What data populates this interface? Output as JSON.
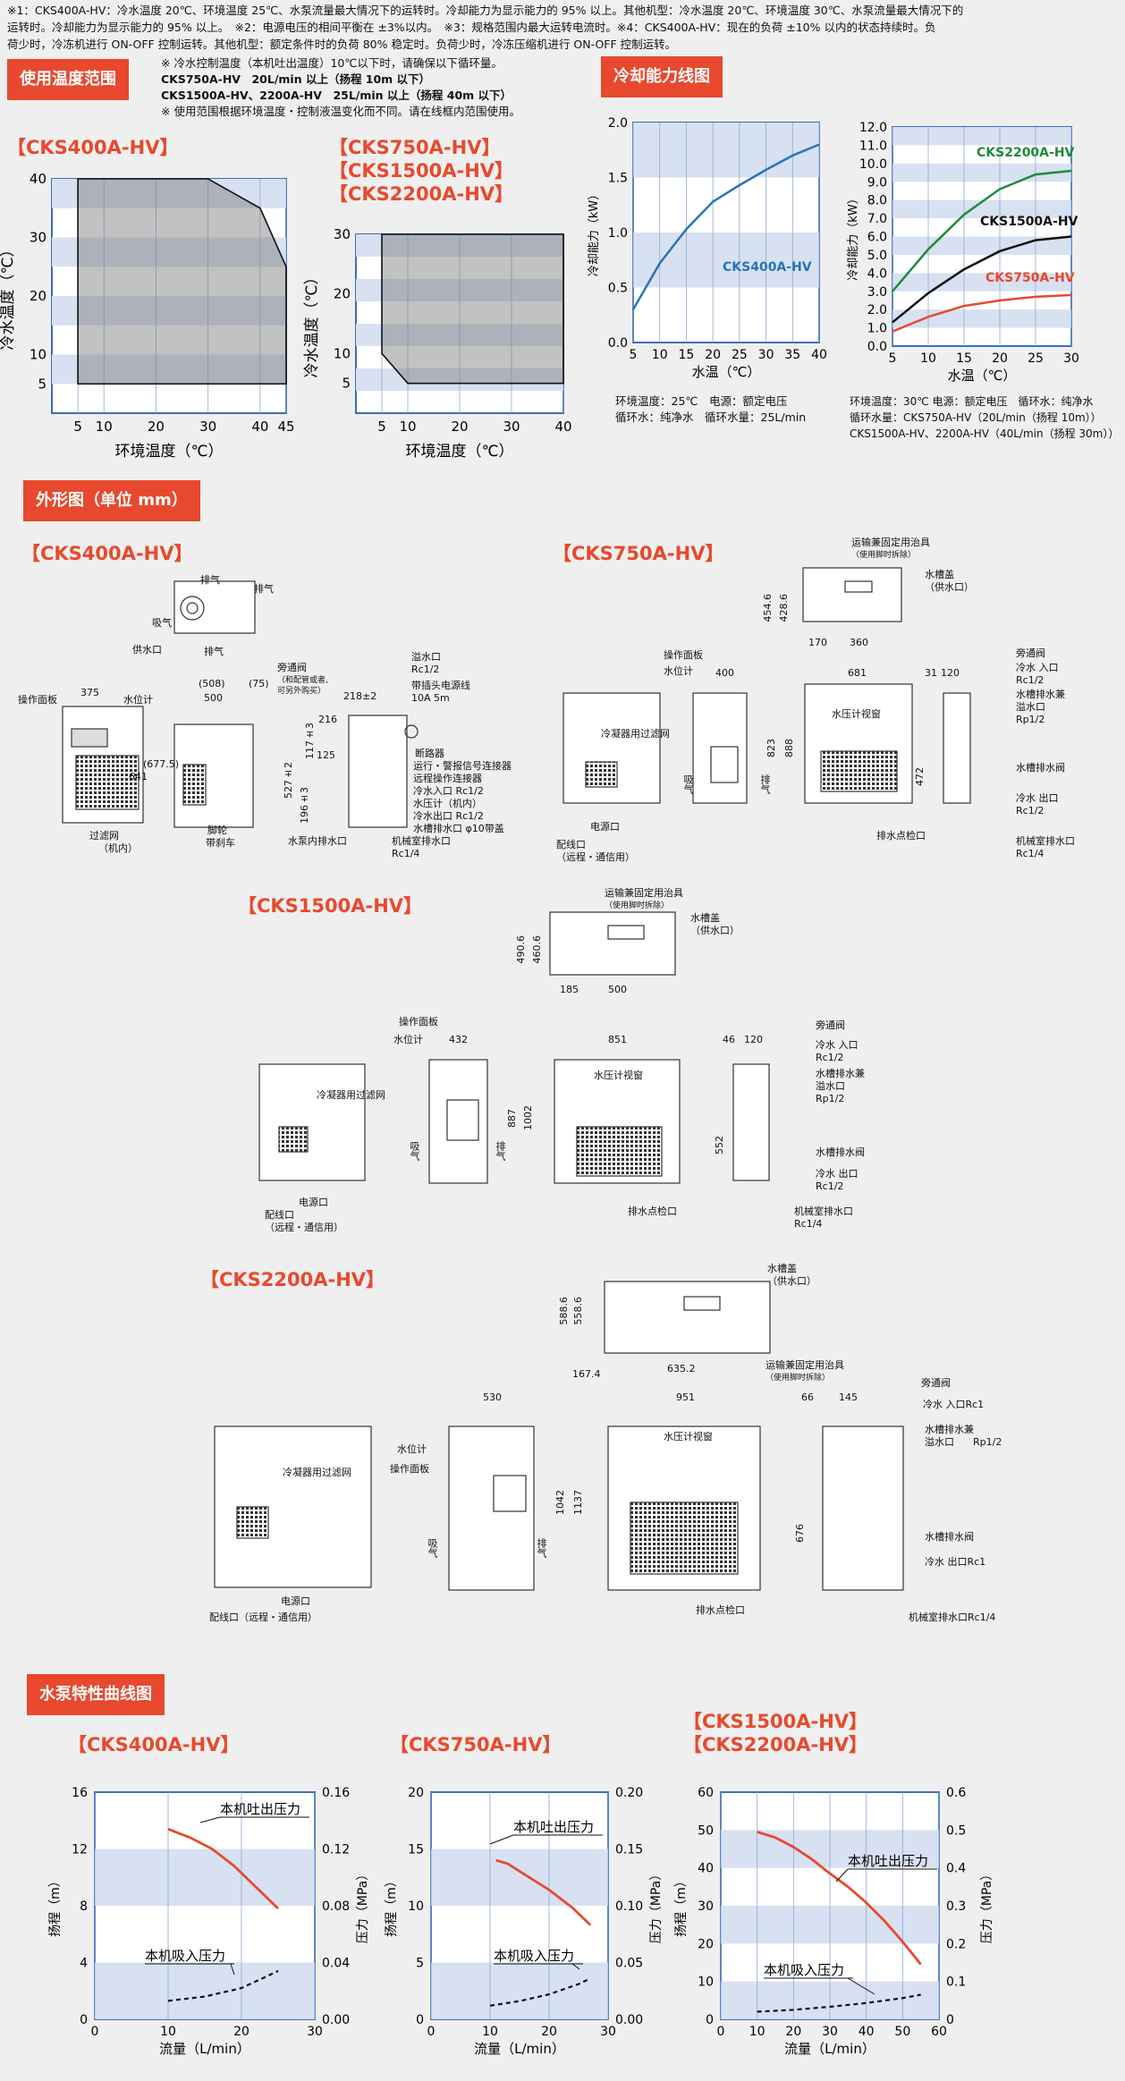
{
  "notes": {
    "line1": "※1：CKS400A-HV：冷水温度 20℃、环境温度 25℃、水泵流量最大情况下的运转时。冷却能力为显示能力的 95% 以上。其他机型：冷水温度 20℃、环境温度 30℃、水泵流量最大情况下的",
    "line2": "运转时。冷却能力为显示能力的 95% 以上。　※2：电源电压的相间平衡在 ±3%以内。　※3：规格范围内最大运转电流时。※4：CKS400A-HV：现在的负荷 ±10% 以内的状态持续时。负",
    "line3": "荷少时，冷冻机进行 ON-OFF 控制运转。其他机型：额定条件时的负荷 80% 稳定时。负荷少时，冷冻压缩机进行 ON-OFF 控制运转。"
  },
  "temp_range": {
    "header": "使用温度范围",
    "note1": "※ 冷水控制温度（本机吐出温度）10℃以下时，请确保以下循环量。",
    "note2": "CKS750A-HV　20L/min 以上（扬程 10m 以下）",
    "note3": "CKS1500A-HV、2200A-HV　25L/min 以上（扬程 40m 以下）",
    "note4": "※ 使用范围根据环境温度・控制液温变化而不同。请在线框内范围使用。",
    "chart1_title": "【CKS400A-HV】",
    "chart2_title_a": "【CKS750A-HV】",
    "chart2_title_b": "【CKS1500A-HV】",
    "chart2_title_c": "【CKS2200A-HV】",
    "ylabel": "冷水温度（℃）",
    "xlabel": "环境温度（℃）"
  },
  "cooling": {
    "header": "冷却能力线图",
    "ylabel": "冷却能力（kW）",
    "xlabel": "水温（℃）",
    "cap1_a": "环境温度：25℃　电源：额定电压",
    "cap1_b": "循环水：纯净水　循环水量：25L/min",
    "cap2_a": "环境温度：30℃ 电源：额定电压　循环水：纯净水",
    "cap2_b": "循环水量：CKS750A-HV（20L/min（扬程 10m））",
    "cap2_c": "CKS1500A-HV、2200A-HV（40L/min（扬程 30m））"
  },
  "outline": {
    "header": "外形图（单位 mm）",
    "m400": "【CKS400A-HV】",
    "m750": "【CKS750A-HV】",
    "m1500": "【CKS1500A-HV】",
    "m2200": "【CKS2200A-HV】",
    "labels": {
      "exhaust": "排气",
      "intake": "吸气",
      "water_supply": "供水口",
      "op_panel": "操作面板",
      "level_gauge": "水位计",
      "filter": "过滤网",
      "filter_in": "（机内）",
      "caster": "脚轮",
      "caster2": "带刹车",
      "bypass": "旁通阀",
      "bypass_note": "（和配管或者,",
      "bypass_note2": "可另外购买）",
      "overflow": "溢水口",
      "rc12": "Rc1/2",
      "power_cable": "带插头电源线",
      "power_cable2": "10A 5m",
      "breaker": "断路器",
      "run_alarm": "运行・警报信号连接器",
      "remote": "远程操作连接器",
      "cw_in": "冷水入口 Rc1/2",
      "cw_out": "冷水出口 Rc1/2",
      "pressure": "水压计（机内）",
      "drain_hose": "水槽排水口 φ10带盖",
      "pump_drain": "水泵内排水口",
      "machine_drain": "机械室排水口",
      "rc14": "Rc1/4",
      "transport_jig": "运输兼固定用治具",
      "transport_jig2": "（使用脚时拆除）",
      "tank_cover": "水槽盖",
      "tank_cover2": "（供水口）",
      "cond_filter": "冷凝器用过滤网",
      "power_port": "电源口",
      "wiring_port": "配线口",
      "wiring_port2": "（远程・通信用）",
      "pressure_window": "水压计视窗",
      "drain_check": "排水点检口",
      "cw_in2": "冷水 入口",
      "tank_drain_overflow": "水槽排水兼",
      "overflow2": "溢水口",
      "rp12": "Rp1/2",
      "tank_drain_valve": "水槽排水阀",
      "cw_out2": "冷水 出口",
      "machine_drain2": "机械室排水口",
      "cw_in_rc1": "冷水 入口Rc1",
      "cw_out_rc1": "冷水 出口Rc1",
      "machine_drain_rc14": "机械室排水口Rc1/4",
      "wiring_port_3": "配线口（远程・通信用）"
    },
    "dims": {
      "d375": "375",
      "d508": "(508)",
      "d75": "(75)",
      "d500": "500",
      "d218": "218±2",
      "d641": "641",
      "d677": "(677.5)",
      "d117": "117±3",
      "d125": "125",
      "d216": "216",
      "d527": "527±2",
      "d196": "196±3",
      "d454": "454.6",
      "d428": "428.6",
      "d170": "170",
      "d360": "360",
      "d400": "400",
      "d681": "681",
      "d31": "31",
      "d120": "120",
      "d823": "823",
      "d888": "888",
      "d472": "472",
      "d490": "490.6",
      "d460": "460.6",
      "d185": "185",
      "d500b": "500",
      "d432": "432",
      "d851": "851",
      "d46": "46",
      "d120b": "120",
      "d887": "887",
      "d1002": "1002",
      "d552": "552",
      "d588": "588.6",
      "d558": "558.6",
      "d167": "167.4",
      "d635": "635.2",
      "d530": "530",
      "d951": "951",
      "d66": "66",
      "d145": "145",
      "d1042": "1042",
      "d1137": "1137",
      "d676": "676"
    }
  },
  "pump": {
    "header": "水泵特性曲线图",
    "t400": "【CKS400A-HV】",
    "t750": "【CKS750A-HV】",
    "t1500": "【CKS1500A-HV】",
    "t2200": "【CKS2200A-HV】",
    "ylabel": "扬程（m）",
    "y2label": "压力（MPa）",
    "xlabel": "流量（L/min）",
    "discharge": "本机吐出压力",
    "suction": "本机吸入压力"
  },
  "chart_data": [
    {
      "type": "area",
      "title": "【CKS400A-HV】",
      "xlabel": "环境温度（℃）",
      "ylabel": "冷水温度（℃）",
      "x_ticks": [
        "5",
        "10",
        "20",
        "30",
        "40",
        "45"
      ],
      "y_ticks": [
        "5",
        "10",
        "20",
        "30",
        "40"
      ],
      "xlim": [
        0,
        45
      ],
      "ylim": [
        0,
        40
      ],
      "boundary": {
        "x": [
          5,
          5,
          30,
          40,
          45,
          45
        ],
        "y": [
          5,
          40,
          40,
          35,
          25,
          5
        ]
      }
    },
    {
      "type": "area",
      "title": "【CKS750A-HV】【CKS1500A-HV】【CKS2200A-HV】",
      "xlabel": "环境温度（℃）",
      "ylabel": "冷水温度（℃）",
      "x_ticks": [
        "5",
        "10",
        "20",
        "30",
        "40"
      ],
      "y_ticks": [
        "5",
        "10",
        "20",
        "30"
      ],
      "xlim": [
        0,
        40
      ],
      "ylim": [
        0,
        30
      ],
      "boundary": {
        "x": [
          5,
          5,
          40,
          40,
          10,
          5
        ],
        "y": [
          10,
          30,
          30,
          5,
          5,
          10
        ]
      }
    },
    {
      "type": "line",
      "xlabel": "水温（℃）",
      "ylabel": "冷却能力（kW）",
      "xlim": [
        5,
        40
      ],
      "ylim": [
        0,
        2.0
      ],
      "x_ticks": [
        "5",
        "10",
        "15",
        "20",
        "25",
        "30",
        "35",
        "40"
      ],
      "y_ticks": [
        "0.0",
        "0.5",
        "1.0",
        "1.5",
        "2.0"
      ],
      "x": [
        5,
        10,
        15,
        20,
        25,
        30,
        35,
        40
      ],
      "series": [
        {
          "name": "CKS400A-HV",
          "color": "#2a73b8",
          "values": [
            0.3,
            0.72,
            1.03,
            1.28,
            1.43,
            1.57,
            1.7,
            1.8
          ]
        }
      ]
    },
    {
      "type": "line",
      "xlabel": "水温（℃）",
      "ylabel": "冷却能力（kW）",
      "xlim": [
        5,
        30
      ],
      "ylim": [
        0,
        12.0
      ],
      "x_ticks": [
        "5",
        "10",
        "15",
        "20",
        "25",
        "30"
      ],
      "y_ticks": [
        "0.0",
        "1.0",
        "2.0",
        "3.0",
        "4.0",
        "5.0",
        "6.0",
        "7.0",
        "8.0",
        "9.0",
        "10.0",
        "11.0",
        "12.0"
      ],
      "x": [
        5,
        10,
        15,
        20,
        25,
        30
      ],
      "series": [
        {
          "name": "CKS2200A-HV",
          "color": "#1e8a3a",
          "values": [
            3.0,
            5.3,
            7.2,
            8.6,
            9.4,
            9.6
          ]
        },
        {
          "name": "CKS1500A-HV",
          "color": "#111111",
          "values": [
            1.3,
            2.9,
            4.2,
            5.2,
            5.8,
            6.0
          ]
        },
        {
          "name": "CKS750A-HV",
          "color": "#e8492e",
          "values": [
            0.8,
            1.6,
            2.2,
            2.5,
            2.7,
            2.8
          ]
        }
      ]
    },
    {
      "type": "line",
      "title": "【CKS400A-HV】",
      "xlabel": "流量（L/min）",
      "ylabel": "扬程（m）",
      "y2label": "压力（MPa）",
      "xlim": [
        0,
        30
      ],
      "ylim": [
        0,
        16
      ],
      "y2lim": [
        0,
        0.16
      ],
      "x_ticks": [
        "0",
        "10",
        "20",
        "30"
      ],
      "y_ticks": [
        "0",
        "4",
        "8",
        "12",
        "16"
      ],
      "y2_ticks": [
        "0.00",
        "0.04",
        "0.08",
        "0.12",
        "0.16"
      ],
      "series": [
        {
          "name": "本机吐出压力",
          "color": "#e8492e",
          "x": [
            10,
            13,
            16,
            19,
            22,
            25
          ],
          "values": [
            13.4,
            12.8,
            12.0,
            10.8,
            9.3,
            7.8
          ]
        },
        {
          "name": "本机吸入压力",
          "color": "#111111",
          "dashed": true,
          "x": [
            10,
            15,
            20,
            25
          ],
          "values": [
            1.3,
            1.6,
            2.2,
            3.4
          ]
        }
      ]
    },
    {
      "type": "line",
      "title": "【CKS750A-HV】",
      "xlabel": "流量（L/min）",
      "ylabel": "扬程（m）",
      "y2label": "压力（MPa）",
      "xlim": [
        0,
        30
      ],
      "ylim": [
        0,
        20
      ],
      "y2lim": [
        0,
        0.2
      ],
      "x_ticks": [
        "0",
        "10",
        "20",
        "30"
      ],
      "y_ticks": [
        "0",
        "5",
        "10",
        "15",
        "20"
      ],
      "y2_ticks": [
        "0.00",
        "0.05",
        "0.10",
        "0.15",
        "0.20"
      ],
      "series": [
        {
          "name": "本机吐出压力",
          "color": "#e8492e",
          "x": [
            11,
            13,
            16,
            20,
            24,
            27
          ],
          "values": [
            14.0,
            13.7,
            12.7,
            11.4,
            9.8,
            8.3
          ]
        },
        {
          "name": "本机吸入压力",
          "color": "#111111",
          "dashed": true,
          "x": [
            10,
            15,
            20,
            25,
            27
          ],
          "values": [
            1.2,
            1.6,
            2.2,
            3.1,
            3.6
          ]
        }
      ]
    },
    {
      "type": "line",
      "title": "【CKS1500A-HV】【CKS2200A-HV】",
      "xlabel": "流量（L/min）",
      "ylabel": "扬程（m）",
      "y2label": "压力（MPa）",
      "xlim": [
        0,
        60
      ],
      "ylim": [
        0,
        60
      ],
      "y2lim": [
        0,
        0.6
      ],
      "x_ticks": [
        "0",
        "10",
        "20",
        "30",
        "40",
        "50",
        "60"
      ],
      "y_ticks": [
        "0",
        "10",
        "20",
        "30",
        "40",
        "50",
        "60"
      ],
      "y2_ticks": [
        "0",
        "0.1",
        "0.2",
        "0.3",
        "0.4",
        "0.5",
        "0.6"
      ],
      "series": [
        {
          "name": "本机吐出压力",
          "color": "#e8492e",
          "x": [
            10,
            15,
            20,
            25,
            30,
            35,
            40,
            45,
            50,
            55
          ],
          "values": [
            49.5,
            48.0,
            45.5,
            42.3,
            38.5,
            35.0,
            30.8,
            26.0,
            20.5,
            14.5
          ]
        },
        {
          "name": "本机吸入压力",
          "color": "#111111",
          "dashed": true,
          "x": [
            10,
            20,
            30,
            40,
            50,
            55
          ],
          "values": [
            2.0,
            2.5,
            3.3,
            4.3,
            5.6,
            6.5
          ]
        }
      ]
    }
  ]
}
